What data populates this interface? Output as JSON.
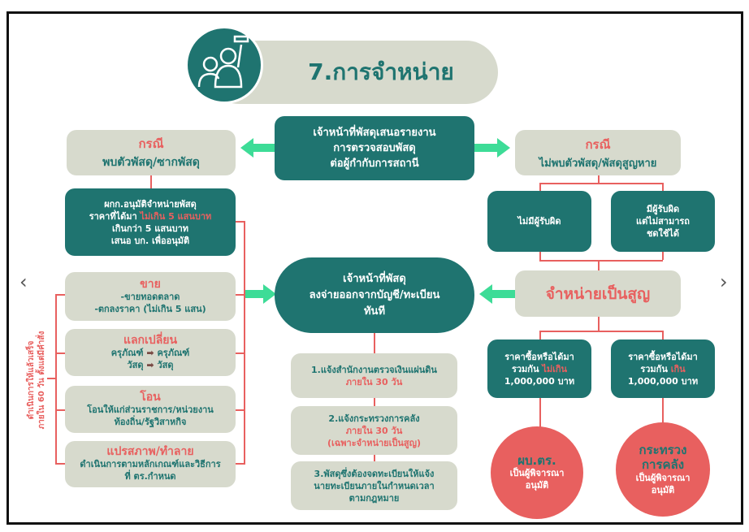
{
  "title": "7.การจำหน่าย",
  "top_center": [
    "เจ้าหน้าที่พัสดุเสนอรายงาน",
    "การตรวจสอบพัสดุ",
    "ต่อผู้กำกับการสถานี"
  ],
  "left_case": {
    "label": "กรณี",
    "text": "พบตัวพัสดุ/ซากพัสดุ"
  },
  "left_approval": {
    "line1": "ผกก.อนุมัติจำหน่ายพัสดุ",
    "line2a": "ราคาที่ได้มา ",
    "line2b": "ไม่เกิน 5 แสนบาท",
    "line3": "เกินกว่า 5 แสนบาท",
    "line4": "เสนอ บก. เพื่ออนุมัติ"
  },
  "methods": [
    {
      "title": "ขาย",
      "lines": [
        "-ขายทอดตลาด",
        "-ตกลงราคา (ไม่เกิน 5 แสน)"
      ]
    },
    {
      "title": "แลกเปลี่ยน",
      "lines": [
        "ครุภัณฑ์",
        "ครุภัณฑ์",
        "วัสดุ",
        "วัสดุ"
      ]
    },
    {
      "title": "โอน",
      "lines": [
        "โอนให้แก่ส่วนราชการ/หน่วยงาน",
        "ท้องถิ่น/รัฐวิสาหกิจ"
      ]
    },
    {
      "title": "แปรสภาพ/ทำลาย",
      "lines": [
        "ดำเนินการตามหลักเกณฑ์และวิธีการ",
        "ที่ ตร.กำหนด"
      ]
    }
  ],
  "deadline_note": [
    "ดำเนินการให้แล้วเสร็จ",
    "ภายใน 60 วัน ตั้งแต่มีคำสั่ง"
  ],
  "center_pill": [
    "เจ้าหน้าที่พัสดุ",
    "ลงจ่ายออกจากบัญชี/ทะเบียน",
    "ทันที"
  ],
  "steps": [
    {
      "lines": [
        "1.แจ้งสำนักงานตรวจเงินแผ่นดิน"
      ],
      "red": [
        "ภายใน 30 วัน"
      ]
    },
    {
      "lines": [
        "2.แจ้งกระทรวงการคลัง"
      ],
      "red": [
        "ภายใน 30 วัน",
        "(เฉพาะจำหน่ายเป็นสูญ)"
      ]
    },
    {
      "lines": [
        "3.พัสดุซึ่งต้องจดทะเบียนให้แจ้ง",
        "นายทะเบียนภายในกำหนดเวลา",
        "ตามกฎหมาย"
      ],
      "red": []
    }
  ],
  "right_case": {
    "label": "กรณี",
    "text": "ไม่พบตัวพัสดุ/พัสดุสูญหาย"
  },
  "no_liable": "ไม่มีผู้รับผิด",
  "liable": [
    "มีผู้รับผิด",
    "แต่ไม่สามารถ",
    "ชดใช้ได้"
  ],
  "write_off": "จำหน่ายเป็นสูญ",
  "price_low": {
    "l1": "ราคาซื้อหรือได้มา",
    "l2a": "รวมกัน ",
    "l2b": "ไม่เกิน",
    "l3": "1,000,000 บาท"
  },
  "price_high": {
    "l1": "ราคาซื้อหรือได้มา",
    "l2a": "รวมกัน ",
    "l2b": "เกิน",
    "l3": "1,000,000 บาท"
  },
  "circle_low": {
    "head": "ผบ.ตร.",
    "l1": "เป็นผู้พิจารณา",
    "l2": "อนุมัติ"
  },
  "circle_high": {
    "head1": "กระทรวง",
    "head2": "การคลัง",
    "l1": "เป็นผู้พิจารณา",
    "l2": "อนุมัติ"
  },
  "nav": {
    "prev": "‹",
    "next": "›"
  },
  "colors": {
    "teal": "#1f7470",
    "beige": "#d7dacd",
    "red": "#e8605f",
    "arrow": "#3ddc97"
  }
}
